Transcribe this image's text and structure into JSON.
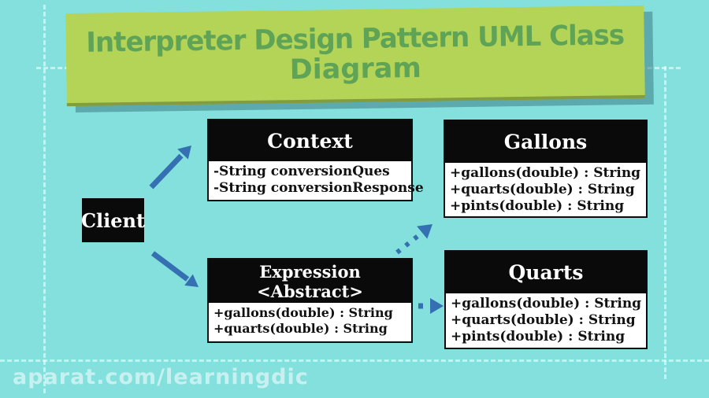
{
  "title": {
    "line1": "Interpreter Design Pattern UML Class",
    "line2": "Diagram"
  },
  "watermark": "aparat.com/learningdic",
  "colors": {
    "background": "#84e0dd",
    "banner": "#b3d456",
    "banner_text": "#5fa356",
    "arrow": "#3470b2",
    "box_header_bg": "#0a0a0a",
    "box_body_bg": "#ffffff",
    "box_text": "#111111",
    "frame_dash": "#ffffff"
  },
  "diagram": {
    "client": {
      "label": "Client"
    },
    "classes": [
      {
        "name": "Context",
        "members": [
          "-String conversionQues",
          "-String conversionResponse"
        ]
      },
      {
        "name": "Gallons",
        "members": [
          "+gallons(double) : String",
          "+quarts(double) : String",
          "+pints(double) : String"
        ]
      },
      {
        "name": "Expression",
        "stereotype": "<Abstract>",
        "members": [
          "+gallons(double) : String",
          "+quarts(double) : String"
        ]
      },
      {
        "name": "Quarts",
        "members": [
          "+gallons(double) : String",
          "+quarts(double) : String",
          "+pints(double) : String"
        ]
      }
    ],
    "relations": [
      {
        "from": "Client",
        "to": "Context",
        "style": "solid"
      },
      {
        "from": "Client",
        "to": "Expression",
        "style": "solid"
      },
      {
        "from": "Expression",
        "to": "Gallons",
        "style": "dotted"
      },
      {
        "from": "Expression",
        "to": "Quarts",
        "style": "dotted"
      }
    ]
  }
}
